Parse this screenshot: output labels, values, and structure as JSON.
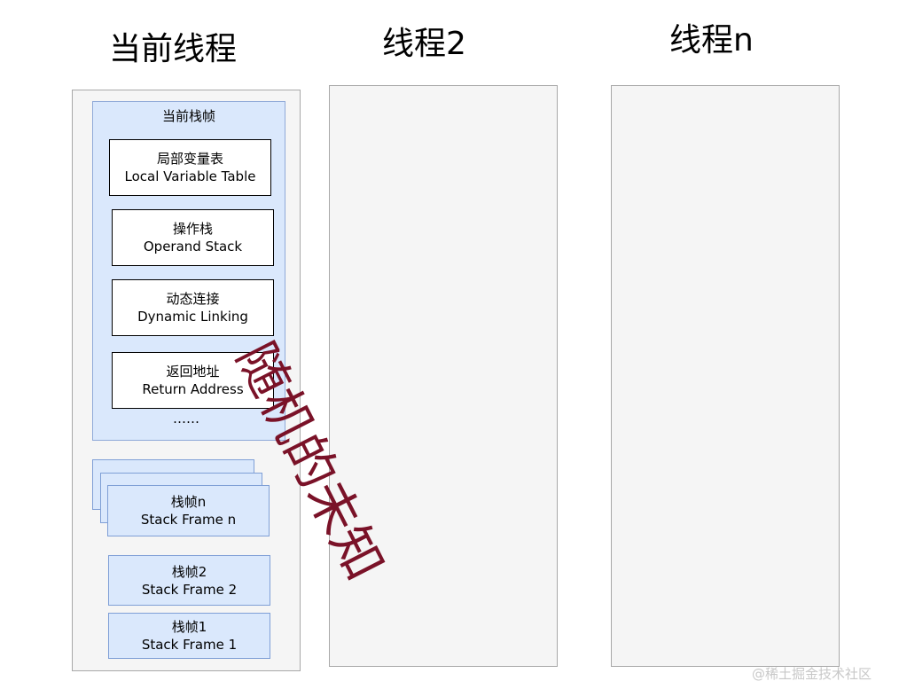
{
  "titles": {
    "current_thread": "当前线程",
    "thread2": "线程2",
    "threadn": "线程n"
  },
  "current_frame": {
    "label": "当前栈帧",
    "local_variable_table": {
      "zh": "局部变量表",
      "en": "Local Variable Table"
    },
    "operand_stack": {
      "zh": "操作栈",
      "en": "Operand Stack"
    },
    "dynamic_linking": {
      "zh": "动态连接",
      "en": "Dynamic Linking"
    },
    "return_address": {
      "zh": "返回地址",
      "en": "Return Address"
    },
    "ellipsis": "……"
  },
  "stack_frames": {
    "frame_n": {
      "zh": "栈帧n",
      "en": "Stack Frame n"
    },
    "frame_2": {
      "zh": "栈帧2",
      "en": "Stack Frame 2"
    },
    "frame_1": {
      "zh": "栈帧1",
      "en": "Stack Frame 1"
    }
  },
  "watermark": "随机的未知",
  "footer": "@稀土掘金技术社区",
  "colors": {
    "column_fill": "#f5f5f5",
    "column_border": "#a8a8a8",
    "frame_fill": "#dae8fc",
    "frame_border": "#8fa9d8",
    "watermark_text": "#7a1228"
  }
}
